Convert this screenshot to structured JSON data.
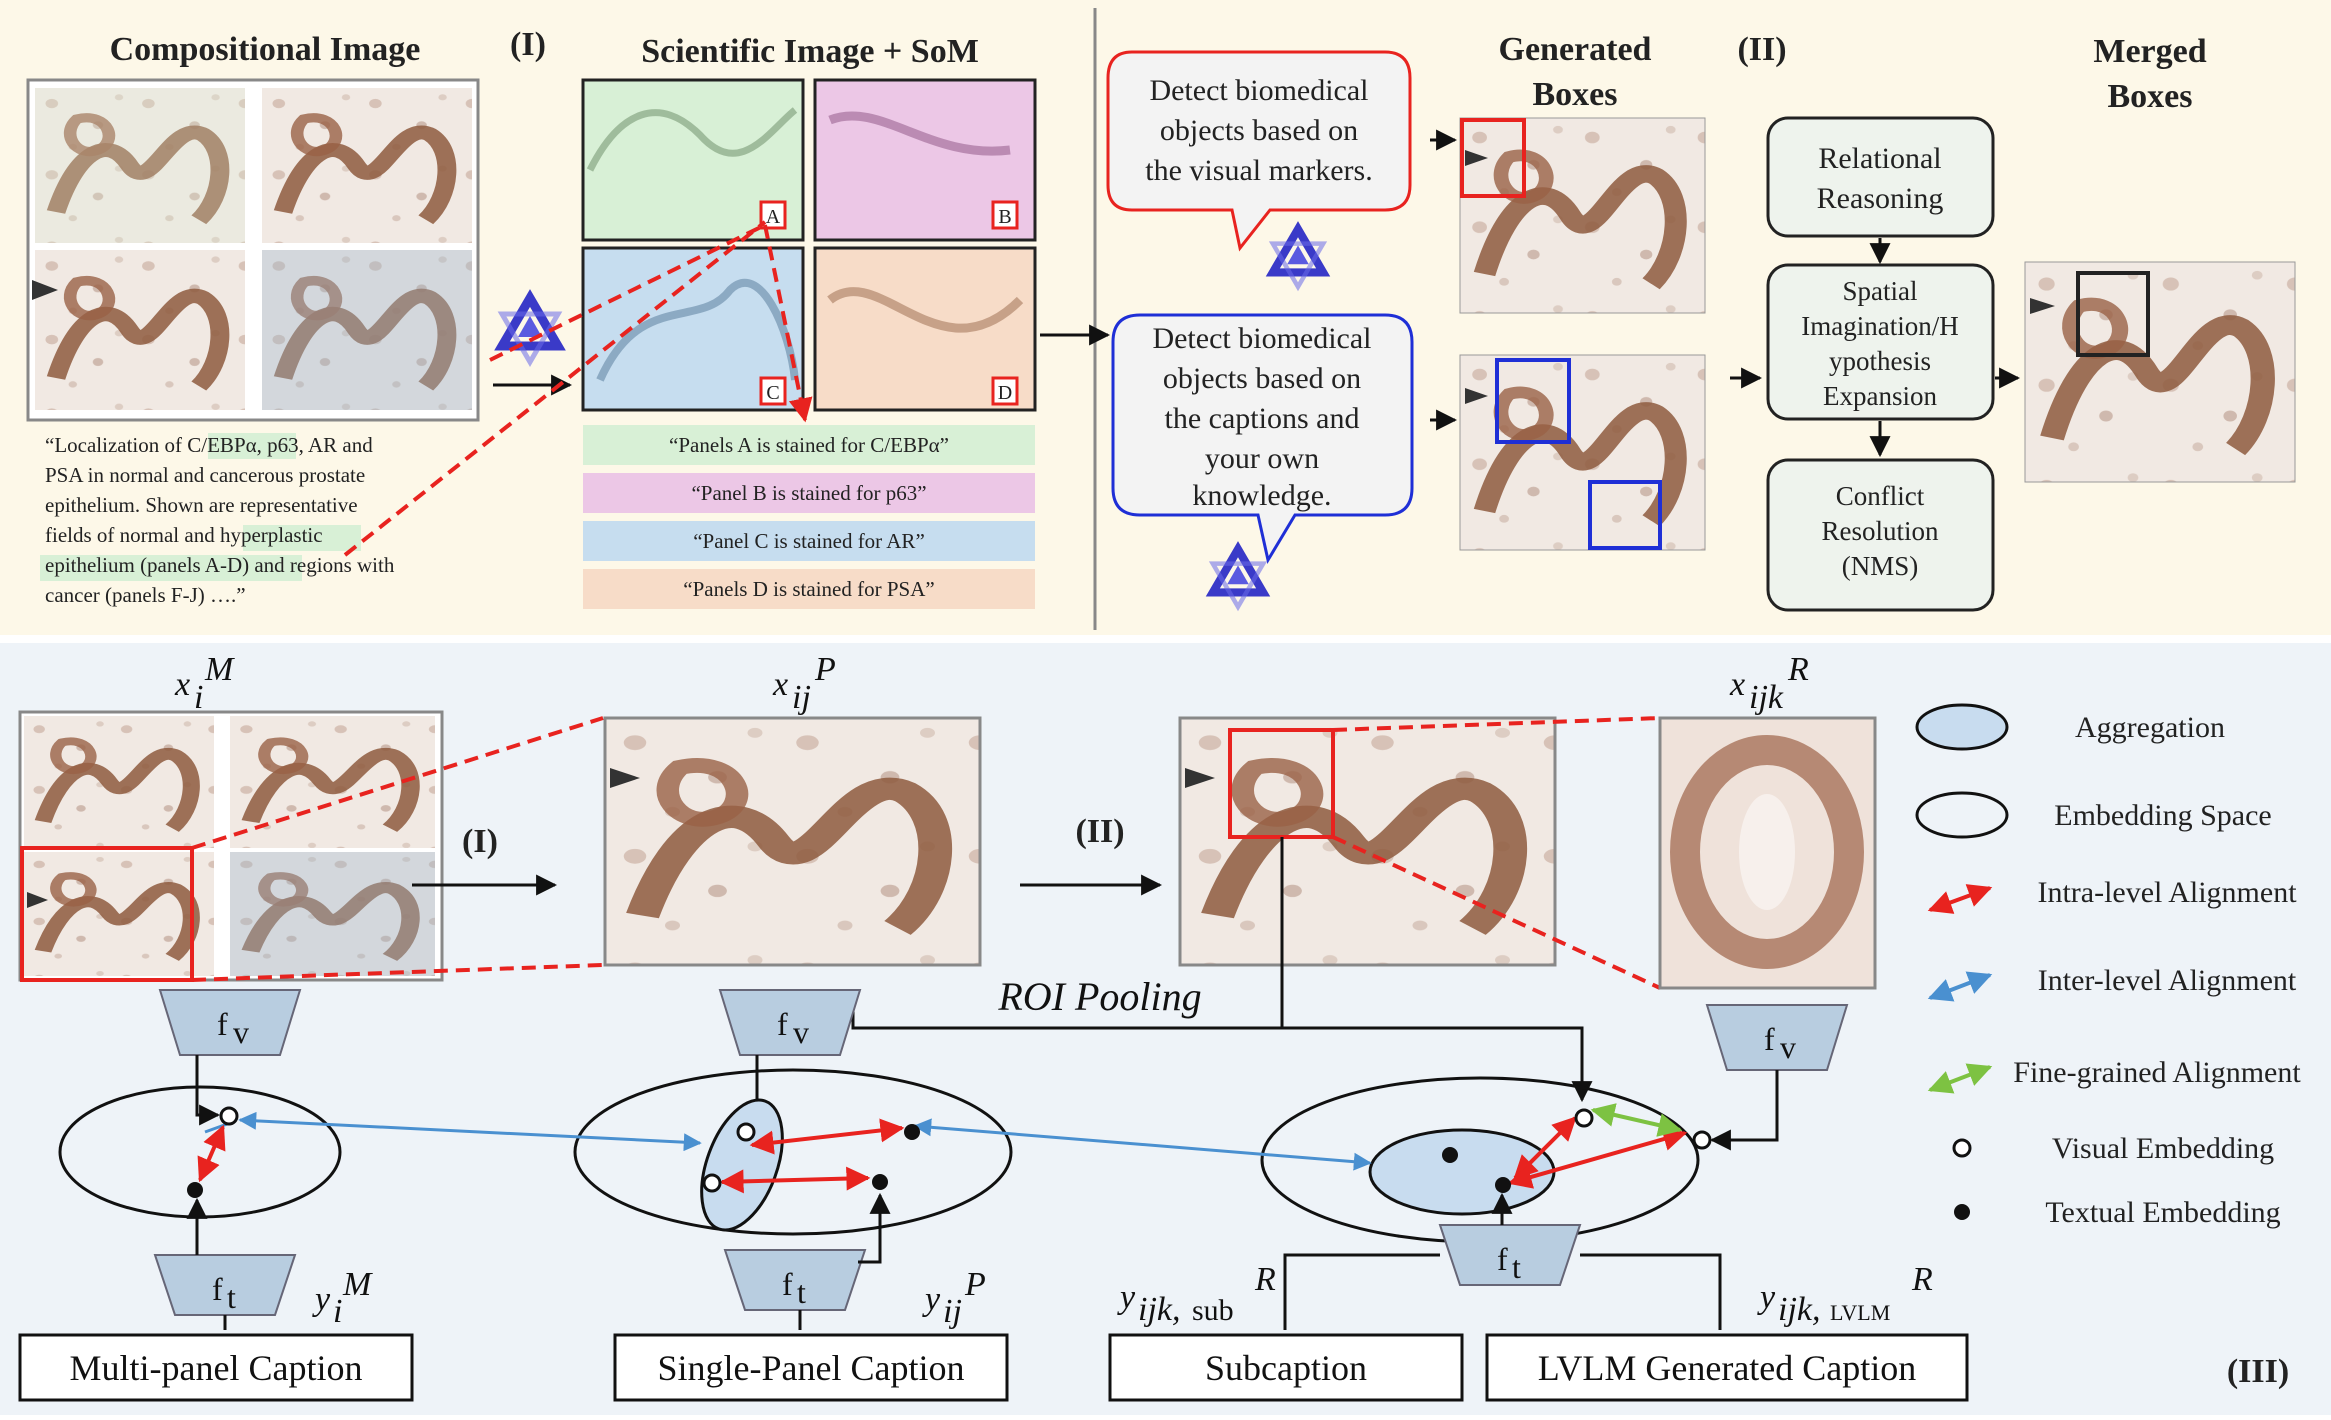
{
  "top": {
    "section_i_title": "Compositional Image",
    "section_i_label": "(I)",
    "som_title": "Scientific Image + SoM",
    "section_ii_label": "(II)",
    "generated_boxes_title": [
      "Generated",
      "Boxes"
    ],
    "merged_boxes_title": [
      "Merged",
      "Boxes"
    ],
    "panel_markers": [
      "A",
      "B",
      "C",
      "D"
    ],
    "compositional_caption_lines": [
      "“Localization of C/EBPα, p63, AR and",
      "PSA in normal and cancerous prostate",
      "epithelium. Shown are representative",
      "fields of normal and hyperplastic",
      "epithelium (panels A-D) and regions with",
      "cancer (panels F-J) ….”"
    ],
    "panel_captions": [
      "“Panels A is stained for C/EBPα”",
      "“Panel B is stained for p63”",
      "“Panel C is stained for AR”",
      "“Panels D is stained for PSA”"
    ],
    "bubble_markers_lines": [
      "Detect biomedical",
      "objects based on",
      "the visual markers."
    ],
    "bubble_captions_lines": [
      "Detect biomedical",
      "objects based on",
      "the captions and",
      "your own",
      "knowledge."
    ],
    "reasoning_steps": [
      {
        "lines": [
          "Relational",
          "Reasoning"
        ]
      },
      {
        "lines": [
          "Spatial",
          "Imagination/H",
          "ypothesis",
          "Expansion"
        ]
      },
      {
        "lines": [
          "Conflict",
          "Resolution",
          "(NMS)"
        ]
      }
    ]
  },
  "bottom": {
    "label_i": "(I)",
    "label_ii": "(II)",
    "label_iii": "(III)",
    "roi_pooling": "ROI Pooling",
    "math_labels": {
      "x_m_base": "x",
      "x_m_sub": "i",
      "x_m_sup": "M",
      "x_p_base": "x",
      "x_p_sub": "ij",
      "x_p_sup": "P",
      "x_r_base": "x",
      "x_r_sub": "ijk",
      "x_r_sup": "R",
      "y_m_base": "y",
      "y_m_sub": "i",
      "y_m_sup": "M",
      "y_p_base": "y",
      "y_p_sub": "ij",
      "y_p_sup": "P",
      "y_sub_base": "y",
      "y_sub_sub": "ijk,",
      "y_sub_sub2": "sub",
      "y_sub_sup": "R",
      "y_lvlm_base": "y",
      "y_lvlm_sub": "ijk,",
      "y_lvlm_sub2": "LVLM",
      "y_lvlm_sup": "R"
    },
    "encoders": {
      "visual_base": "f",
      "visual_sub": "v",
      "text_base": "f",
      "text_sub": "t"
    },
    "caption_boxes": [
      "Multi-panel Caption",
      "Single-Panel Caption",
      "Subcaption",
      "LVLM Generated Caption"
    ],
    "legend": [
      {
        "label": "Aggregation"
      },
      {
        "label": "Embedding Space"
      },
      {
        "label": "Intra-level Alignment",
        "color": "#e8231f"
      },
      {
        "label": "Inter-level Alignment",
        "color": "#4a90d0"
      },
      {
        "label": "Fine-grained Alignment",
        "color": "#7dc242"
      },
      {
        "label": "Visual Embedding"
      },
      {
        "label": "Textual Embedding"
      }
    ]
  },
  "colors": {
    "top_bg": "#fdf8e8",
    "bottom_bg": "#eef3f8",
    "marker_red": "#e8231f",
    "box_blue": "#1f2fd6",
    "panel_green": "#d8f0d6",
    "panel_pink": "#ecc7e6",
    "panel_blue": "#c6ddef",
    "panel_orange": "#f7dcc8",
    "aggregation_fill": "#c8dcef",
    "encoder_fill": "#b8cde0"
  }
}
